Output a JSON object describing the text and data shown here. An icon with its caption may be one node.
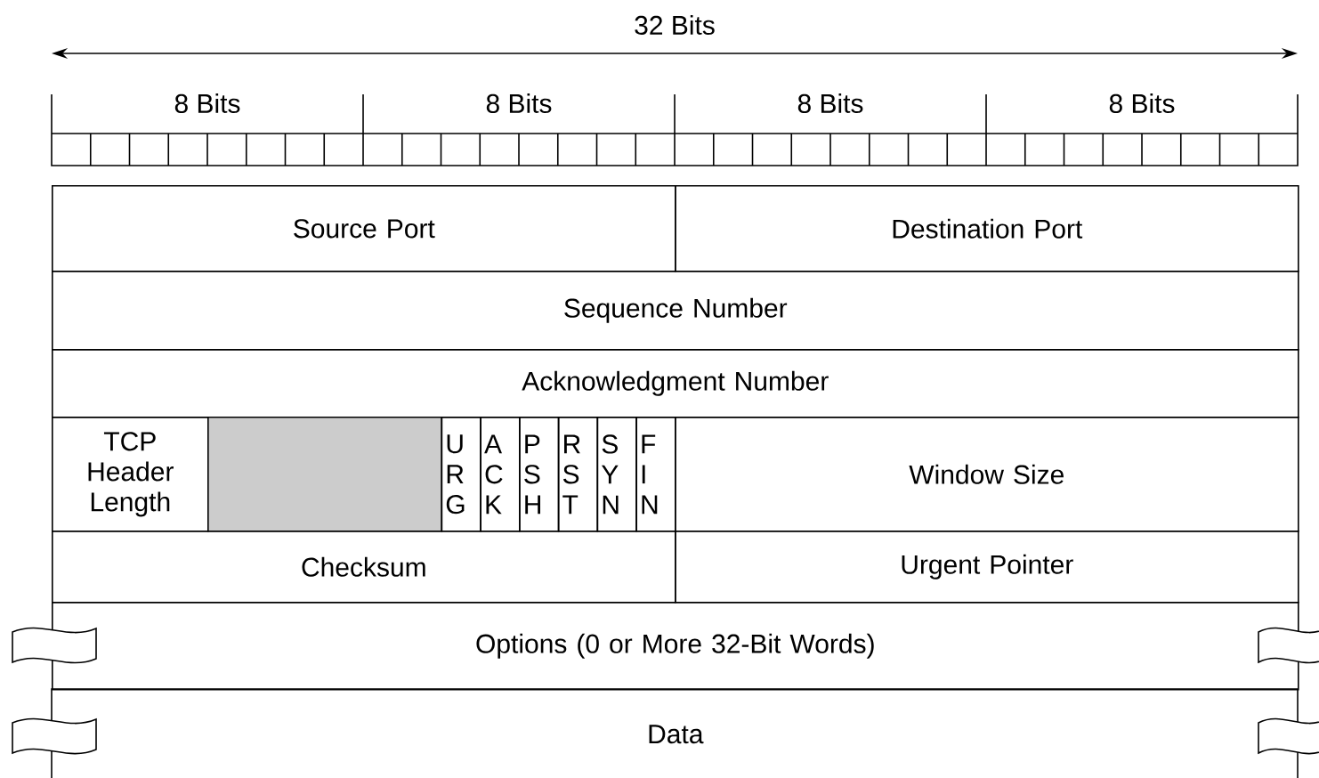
{
  "diagram": {
    "nodes": [
      {
        "text": [
          "Source Port"
        ]
      },
      {
        "text": [
          "Destination Port"
        ]
      },
      {
        "text": [
          "Sequence Number"
        ]
      },
      {
        "text": [
          "Acknowledgment Number"
        ]
      },
      {
        "text": [
          "TCP Header Length"
        ]
      },
      {
        "text": [],
        "shape": "box"
      },
      {
        "text": [
          "U R G"
        ]
      },
      {
        "text": [
          "A C K"
        ]
      },
      {
        "text": [
          "P S H"
        ]
      },
      {
        "text": [
          "R S T"
        ]
      },
      {
        "text": [
          "S Y N"
        ]
      },
      {
        "text": [
          "F I N"
        ]
      },
      {
        "text": [
          "Window Size"
        ]
      },
      {
        "text": [
          "Checksum"
        ]
      },
      {
        "text": [
          "Urgent Pointer"
        ]
      },
      {
        "text": [
          "Options (0 or More 32-Bit Words)"
        ]
      },
      {
        "text": [
          "Data"
        ]
      }
    ],
    "labels": [
      "32 Bits",
      "8 Bits",
      "8 Bits",
      "8 Bits",
      "8 Bits"
    ]
  }
}
